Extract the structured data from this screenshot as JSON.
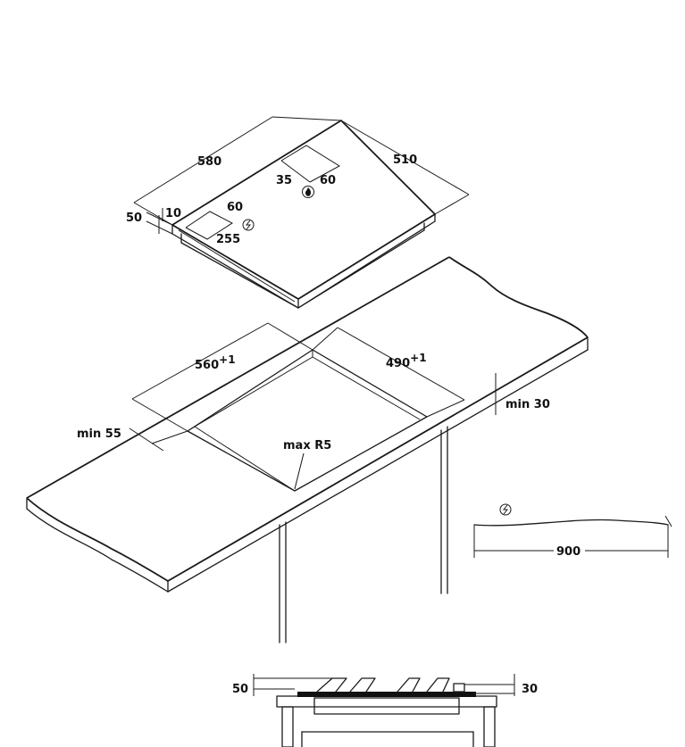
{
  "hob": {
    "width_label": "580",
    "depth_label": "510",
    "height_label": "50",
    "edge_label": "10",
    "elec_h_label": "60",
    "elec_w_label": "255",
    "gas_x_label": "35",
    "gas_y_label": "60"
  },
  "cutout": {
    "width_label": "560",
    "width_sup": "+1",
    "depth_label": "490",
    "depth_sup": "+1",
    "front_margin_label": "min 55",
    "worktop_thickness_label": "min 30",
    "radius_label": "max R5"
  },
  "wall": {
    "height_label": "900"
  },
  "section": {
    "left_label": "50",
    "right_label": "30"
  },
  "icons": {
    "electric": "lightning-circle-icon",
    "gas": "flame-circle-icon"
  }
}
